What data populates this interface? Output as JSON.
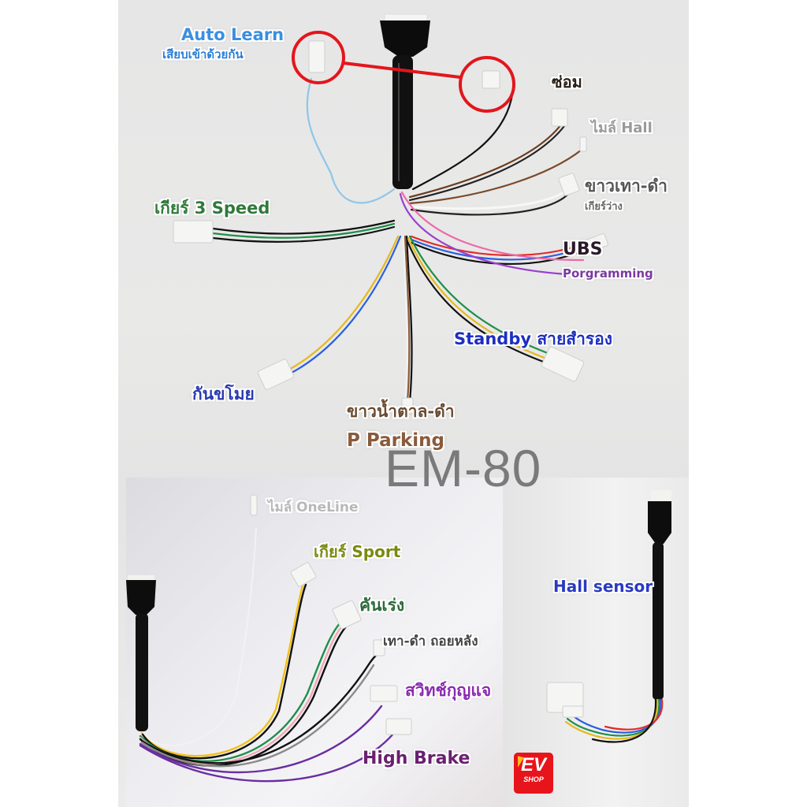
{
  "model": "EM-80",
  "logo": {
    "top": "EV",
    "bottom": "SHOP"
  },
  "top_panel": {
    "labels": {
      "auto_learn": "Auto Learn",
      "auto_learn_sub": "เสียบเข้าด้วยกัน",
      "repair": "ซ่อม",
      "mile_hall": "ไมล์ Hall",
      "white_gray_black": "ขาวเทา-ดำ",
      "white_gray_black_sub": "เกียร์ว่าง",
      "ubs": "UBS",
      "programming": "Porgramming",
      "gear_3_speed": "เกียร์ 3 Speed",
      "standby": "Standby สายสำรอง",
      "anti_theft": "กันขโมย",
      "white_brown_black": "ขาวน้ำตาล-ดำ",
      "p_parking": "P Parking"
    }
  },
  "bottom_left_panel": {
    "labels": {
      "mile_oneline": "ไมล์ OneLine",
      "gear_sport": "เกียร์ Sport",
      "throttle": "คันเร่ง",
      "reverse": "เทา-ดำ ถอยหลัง",
      "key_switch": "สวิทช์กุญแจ",
      "high_brake": "High Brake"
    }
  },
  "bottom_right_panel": {
    "labels": {
      "hall_sensor": "Hall sensor"
    }
  },
  "colors": {
    "highlight_circle": "#e3161c",
    "model_text": "#7a7a7a",
    "logo_bg": "#e8141b"
  }
}
